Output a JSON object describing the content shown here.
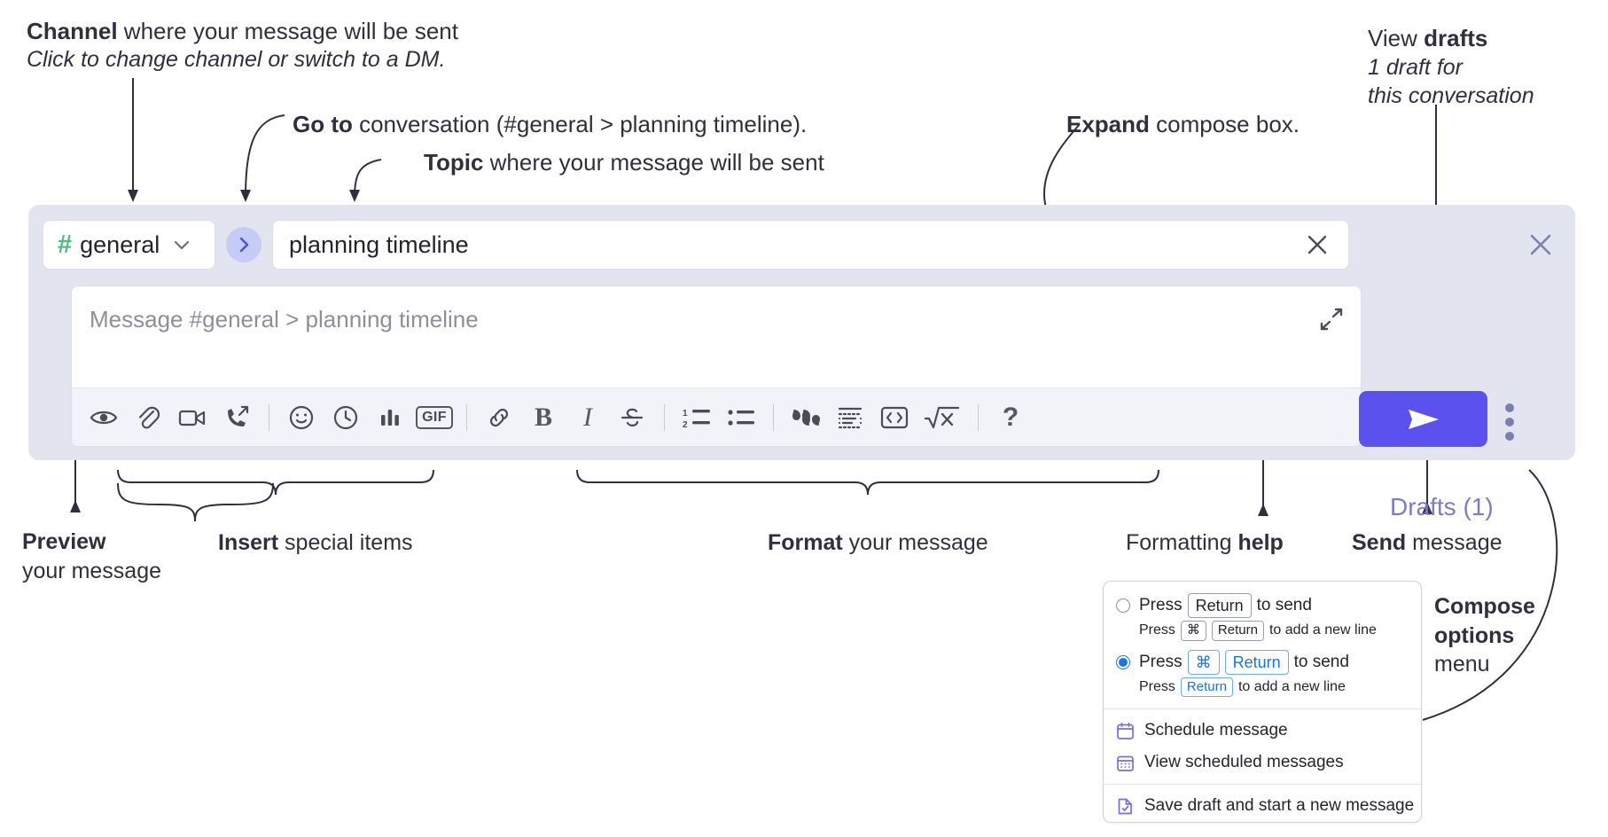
{
  "annotations": {
    "channel": {
      "bold": "Channel",
      "rest": " where your message will be sent",
      "line2": "Click to change channel or switch to a DM."
    },
    "goto": {
      "bold": "Go to",
      "rest": " conversation (#general > planning timeline)."
    },
    "topic": {
      "bold": "Topic",
      "rest": " where your message will be sent"
    },
    "expand": {
      "bold": "Expand",
      "rest": " compose box."
    },
    "drafts": {
      "line1_plain": "View ",
      "line1_bold": "drafts",
      "line2": "1 draft for",
      "line3": "this conversation"
    },
    "preview": {
      "bold": "Preview",
      "line2": "your message"
    },
    "insert": {
      "bold": "Insert",
      "rest": " special items"
    },
    "format": {
      "bold": "Format",
      "rest": " your message"
    },
    "help": {
      "plain": "Formatting ",
      "bold": "help"
    },
    "send": {
      "bold": "Send",
      "rest": " message"
    },
    "compose_menu": {
      "line1": "Compose",
      "line2": "options",
      "line3": "menu"
    }
  },
  "compose": {
    "channel_name": "general",
    "hash_symbol": "#",
    "go_icon": "chevron-right-icon",
    "topic_value": "planning timeline",
    "message_placeholder": "Message #general > planning timeline",
    "drafts_label": "Drafts (1)",
    "send_icon": "paper-plane-icon",
    "toolbar": [
      {
        "name": "preview-eye-icon",
        "label": "Preview"
      },
      {
        "name": "attachment-paperclip-icon",
        "label": "Attach file"
      },
      {
        "name": "video-camera-icon",
        "label": "Record video clip"
      },
      {
        "name": "audio-clip-icon",
        "label": "Record audio clip"
      },
      {
        "name": "divider",
        "label": ""
      },
      {
        "name": "emoji-smiley-icon",
        "label": "Emoji"
      },
      {
        "name": "clock-icon",
        "label": "Schedule"
      },
      {
        "name": "bar-chart-icon",
        "label": "Poll"
      },
      {
        "name": "gif-icon",
        "label": "GIF"
      },
      {
        "name": "divider",
        "label": ""
      },
      {
        "name": "link-icon",
        "label": "Link"
      },
      {
        "name": "bold-icon",
        "label": "Bold"
      },
      {
        "name": "italic-icon",
        "label": "Italic"
      },
      {
        "name": "strikethrough-icon",
        "label": "Strikethrough"
      },
      {
        "name": "divider",
        "label": ""
      },
      {
        "name": "ordered-list-icon",
        "label": "Ordered list"
      },
      {
        "name": "bulleted-list-icon",
        "label": "Bulleted list"
      },
      {
        "name": "divider",
        "label": ""
      },
      {
        "name": "blockquote-icon",
        "label": "Blockquote"
      },
      {
        "name": "code-block-icon",
        "label": "Code block"
      },
      {
        "name": "inline-code-icon",
        "label": "Code"
      },
      {
        "name": "math-icon",
        "label": "Math"
      },
      {
        "name": "divider",
        "label": ""
      },
      {
        "name": "help-question-icon",
        "label": "?"
      }
    ],
    "gif_text": "GIF",
    "bold_glyph": "B",
    "italic_glyph": "I",
    "help_glyph": "?"
  },
  "menu": {
    "options": [
      {
        "selected": false,
        "prefix": "Press",
        "keys": [
          "Return"
        ],
        "suffix": "to send",
        "sub_prefix": "Press",
        "sub_keys": [
          "⌘",
          "Return"
        ],
        "sub_suffix": "to add a new line"
      },
      {
        "selected": true,
        "prefix": "Press",
        "keys": [
          "⌘",
          "Return"
        ],
        "suffix": "to send",
        "sub_prefix": "Press",
        "sub_keys": [
          "Return"
        ],
        "sub_suffix": "to add a new line"
      }
    ],
    "items": [
      {
        "icon": "calendar-schedule-icon",
        "label": "Schedule message"
      },
      {
        "icon": "calendar-grid-icon",
        "label": "View scheduled messages"
      },
      {
        "icon": "save-draft-icon",
        "label": "Save draft and start a new message"
      }
    ]
  },
  "colors": {
    "accent": "#5a51ee",
    "panel": "#e2e4f0",
    "channel_hash": "#4dbb84",
    "drafts_text": "#7b7dc4",
    "selected_key": "#1a73e8"
  }
}
